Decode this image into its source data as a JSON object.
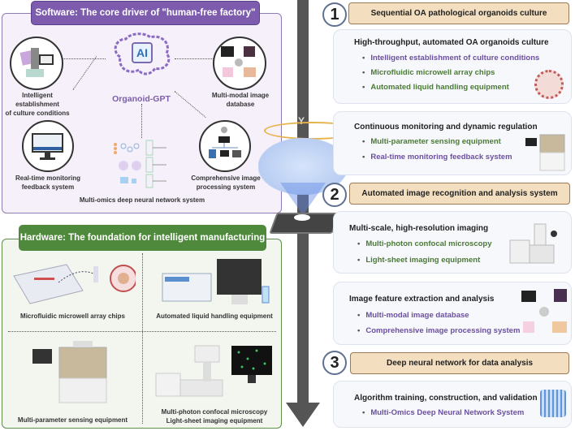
{
  "software": {
    "header": "Software: The core driver of \"human-free factory\"",
    "center": {
      "chip_label": "AI",
      "name": "Organoid-GPT"
    },
    "nodes": [
      {
        "label_line1": "Intelligent establishment",
        "label_line2": "of culture conditions",
        "icon": "computer-icon"
      },
      {
        "label_line1": "Multi-modal image",
        "label_line2": "database",
        "icon": "image-database-icon"
      },
      {
        "label_line1": "Real-time monitoring",
        "label_line2": "feedback system",
        "icon": "monitor-icon"
      },
      {
        "label_line1": "Comprehensive image",
        "label_line2": "processing system",
        "icon": "image-processing-icon"
      }
    ],
    "network_label": "Multi-omics deep neural network system"
  },
  "hardware": {
    "header": "Hardware: The foundation for intelligent manufacturing",
    "items": [
      {
        "label": "Microfluidic microwell array chips"
      },
      {
        "label": "Automated liquid handling equipment"
      },
      {
        "label": "Multi-parameter sensing equipment"
      },
      {
        "label_line1": "Multi-photon confocal microscopy",
        "label_line2": "Light-sheet imaging equipment"
      }
    ]
  },
  "steps": [
    {
      "number": "1",
      "title": "Sequential OA pathological organoids culture",
      "cards": [
        {
          "title": "High-throughput, automated OA organoids culture",
          "bullets": [
            {
              "text": "Intelligent establishment of culture conditions",
              "color": "purple"
            },
            {
              "text": "Microfluidic microwell array chips",
              "color": "green"
            },
            {
              "text": "Automated liquid handling equipment",
              "color": "green"
            }
          ]
        },
        {
          "title": "Continuous monitoring and dynamic regulation",
          "bullets": [
            {
              "text": "Multi-parameter sensing equipment",
              "color": "green"
            },
            {
              "text": "Real-time monitoring feedback system",
              "color": "purple"
            }
          ]
        }
      ]
    },
    {
      "number": "2",
      "title": "Automated image recognition and analysis system",
      "cards": [
        {
          "title": "Multi-scale, high-resolution imaging",
          "bullets": [
            {
              "text": "Multi-photon confocal microscopy",
              "color": "green"
            },
            {
              "text": "Light-sheet imaging equipment",
              "color": "green"
            }
          ]
        },
        {
          "title": "Image feature extraction and analysis",
          "bullets": [
            {
              "text": "Multi-modal image database",
              "color": "purple"
            },
            {
              "text": "Comprehensive image processing system",
              "color": "purple"
            }
          ]
        }
      ]
    },
    {
      "number": "3",
      "title": "Deep neural network for data analysis",
      "cards": [
        {
          "title": "Algorithm training, construction, and validation",
          "bullets": [
            {
              "text": "Multi-Omics Deep Neural Network System",
              "color": "purple"
            }
          ]
        }
      ]
    }
  ],
  "colors": {
    "software_accent": "#7d5cae",
    "hardware_accent": "#4f8a3c",
    "step_fill": "#f3dfc0",
    "bullet_purple": "#6b4fa0",
    "bullet_green": "#4a7a35"
  }
}
